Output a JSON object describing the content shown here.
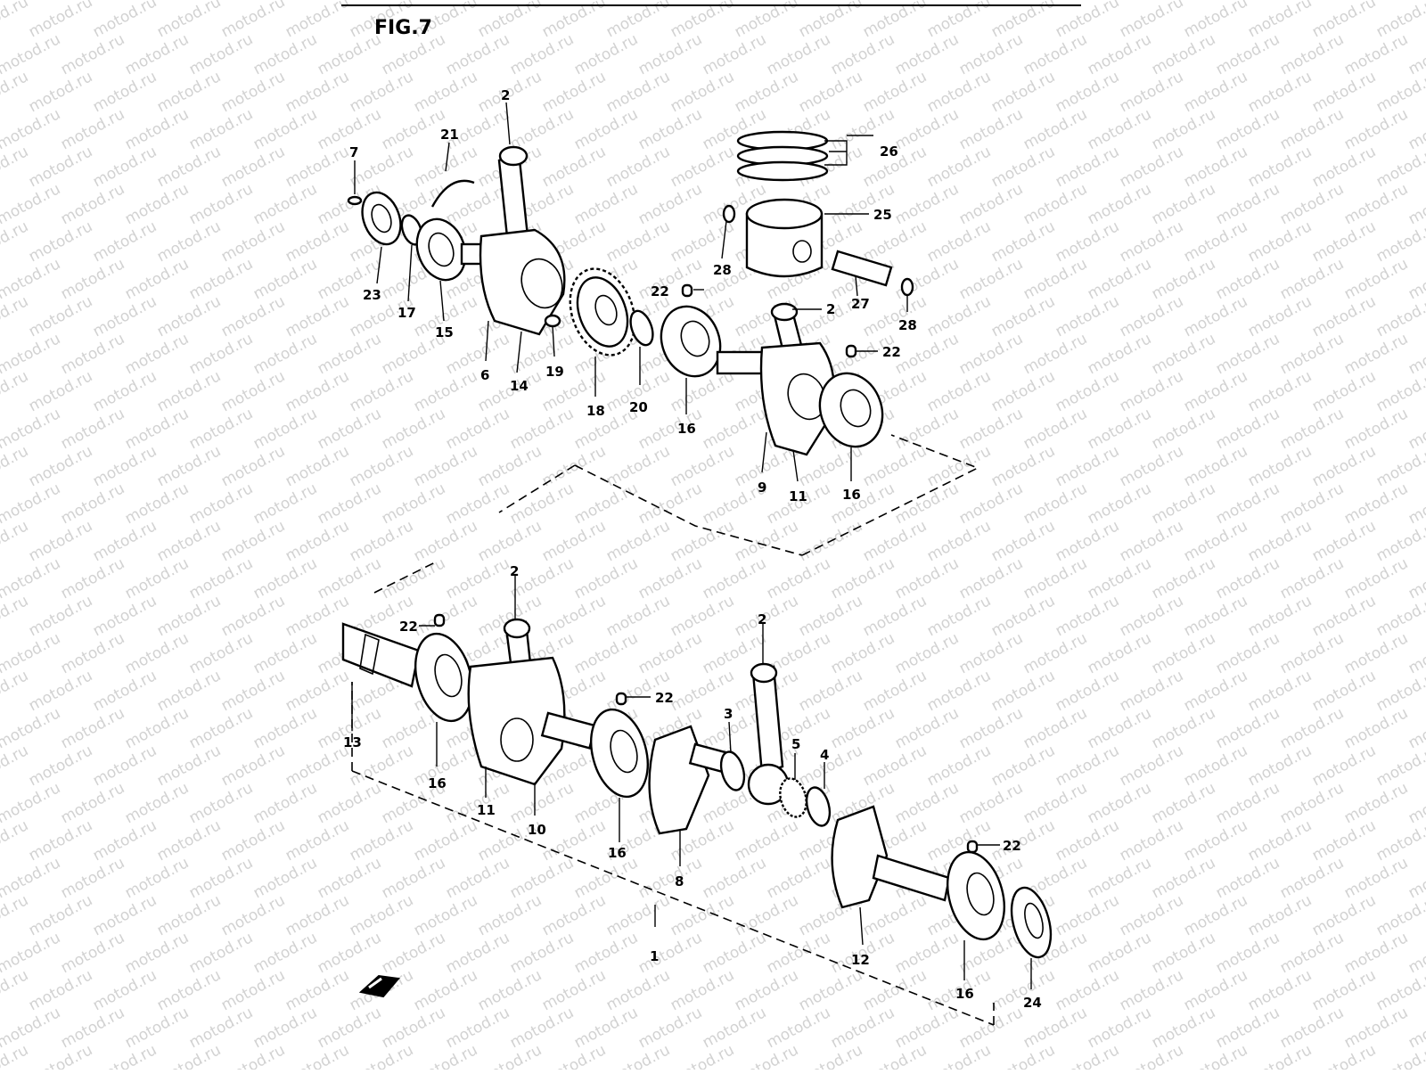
{
  "figure": {
    "title": "FIG.7"
  },
  "watermark": {
    "text": "motod.ru"
  },
  "callouts": {
    "c1": "1",
    "c2a": "2",
    "c2b": "2",
    "c2c": "2",
    "c2d": "2",
    "c3": "3",
    "c4": "4",
    "c5": "5",
    "c6": "6",
    "c7": "7",
    "c8": "8",
    "c9": "9",
    "c10": "10",
    "c11a": "11",
    "c11b": "11",
    "c12": "12",
    "c13": "13",
    "c14": "14",
    "c15": "15",
    "c16a": "16",
    "c16b": "16",
    "c16c": "16",
    "c16d": "16",
    "c16e": "16",
    "c17": "17",
    "c18": "18",
    "c19": "19",
    "c20": "20",
    "c21": "21",
    "c22a": "22",
    "c22b": "22",
    "c22c": "22",
    "c22d": "22",
    "c22e": "22",
    "c23": "23",
    "c24": "24",
    "c25": "25",
    "c26": "26",
    "c27": "27",
    "c28a": "28",
    "c28b": "28"
  },
  "colors": {
    "ink": "#000000",
    "paper": "#ffffff",
    "watermark": "#d2d2d2"
  }
}
